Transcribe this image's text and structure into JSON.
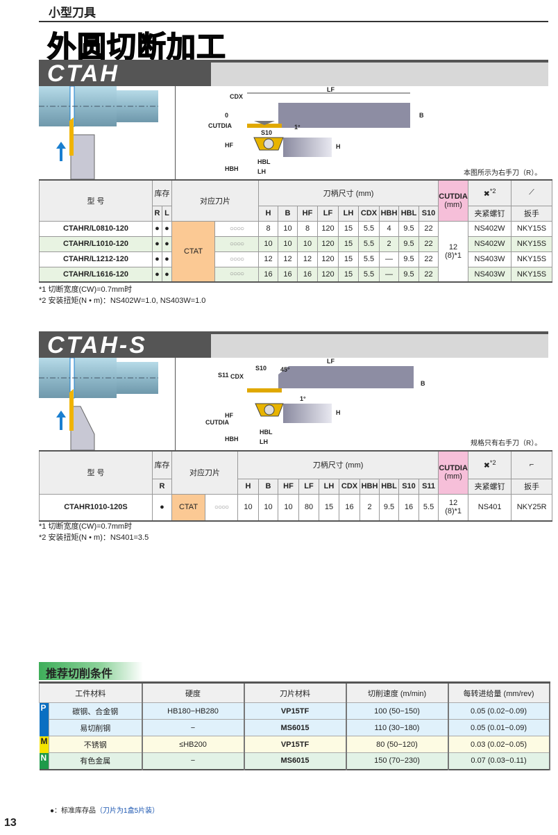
{
  "header": {
    "category": "小型刀具",
    "title": "外圆切断加工"
  },
  "ctah": {
    "name": "CTAH",
    "diagram_labels": {
      "lf": "LF",
      "cdx": "CDX",
      "b": "B",
      "zero": "0",
      "cutdia": "CUTDIA",
      "s10": "S10",
      "angle": "1°",
      "hf": "HF",
      "h": "H",
      "hbh": "HBH",
      "hbl": "HBL",
      "lh": "LH"
    },
    "diagram_note": "本图所示为右手刀（R）。",
    "table": {
      "model": "型 号",
      "stock": "库存",
      "r": "R",
      "l": "L",
      "insert": "对应刀片",
      "dims": "刀柄尺寸 (mm)",
      "cols": [
        "H",
        "B",
        "HF",
        "LF",
        "LH",
        "CDX",
        "HBH",
        "HBL",
        "S10"
      ],
      "cutdia": "CUTDIA",
      "cutdia_unit": "(mm)",
      "screw": "夹紧螺钉",
      "wrench": "扳手",
      "star2": "*2",
      "insert_name": "CTAT",
      "insert_grades": "○○○○",
      "cutdia_value": "12",
      "cutdia_sub": "(8)*1",
      "stock_mark": "●",
      "rows": [
        {
          "model": "CTAHR/L0810-120",
          "vals": [
            "8",
            "10",
            "8",
            "120",
            "15",
            "5.5",
            "4",
            "9.5",
            "22"
          ],
          "screw": "NS402W",
          "wrench": "NKY15S"
        },
        {
          "model": "CTAHR/L1010-120",
          "vals": [
            "10",
            "10",
            "10",
            "120",
            "15",
            "5.5",
            "2",
            "9.5",
            "22"
          ],
          "screw": "NS402W",
          "wrench": "NKY15S"
        },
        {
          "model": "CTAHR/L1212-120",
          "vals": [
            "12",
            "12",
            "12",
            "120",
            "15",
            "5.5",
            "—",
            "9.5",
            "22"
          ],
          "screw": "NS403W",
          "wrench": "NKY15S"
        },
        {
          "model": "CTAHR/L1616-120",
          "vals": [
            "16",
            "16",
            "16",
            "120",
            "15",
            "5.5",
            "—",
            "9.5",
            "22"
          ],
          "screw": "NS403W",
          "wrench": "NKY15S"
        }
      ]
    },
    "notes": [
      "*1   切断宽度(CW)=0.7mm时",
      "*2   安装扭矩(N • m)：NS402W=1.0, NS403W=1.0"
    ]
  },
  "ctahs": {
    "name": "CTAH-S",
    "diagram_labels": {
      "s10": "S10",
      "angle45": "45°",
      "lf": "LF",
      "s11": "S11",
      "cdx": "CDX",
      "b": "B",
      "angle": "1°",
      "hf": "HF",
      "h": "H",
      "cutdia": "CUTDIA",
      "hbh": "HBH",
      "hbl": "HBL",
      "lh": "LH"
    },
    "diagram_note": "规格只有右手刀（R）。",
    "table": {
      "model": "型 号",
      "stock": "库存",
      "r": "R",
      "insert": "对应刀片",
      "dims": "刀柄尺寸 (mm)",
      "cols": [
        "H",
        "B",
        "HF",
        "LF",
        "LH",
        "CDX",
        "HBH",
        "HBL",
        "S10",
        "S11"
      ],
      "cutdia": "CUTDIA",
      "cutdia_unit": "(mm)",
      "screw": "夹紧螺钉",
      "wrench": "扳手",
      "star2": "*2",
      "row": {
        "model": "CTAHR1010-120S",
        "stock": "●",
        "insert": "CTAT",
        "grades": "○○○○",
        "vals": [
          "10",
          "10",
          "10",
          "80",
          "15",
          "16",
          "2",
          "9.5",
          "16",
          "5.5"
        ],
        "cutdia": "12",
        "cutdia_sub": "(8)*1",
        "screw": "NS401",
        "wrench": "NKY25R"
      }
    },
    "notes": [
      "*1   切断宽度(CW)=0.7mm时",
      "*2   安装扭矩(N • m)：NS401=3.5"
    ]
  },
  "conditions": {
    "title": "推荐切削条件",
    "headers": [
      "工件材料",
      "硬度",
      "刀片材料",
      "切削速度 (m/min)",
      "每转进给量 (mm/rev)"
    ],
    "groups": {
      "p": "P",
      "m": "M",
      "n": "N"
    },
    "colors": {
      "p": "#0a6fc2",
      "m": "#f5e400",
      "n": "#1e9a4a"
    },
    "rows": [
      [
        "碳钢、合金钢",
        "HB180−HB280",
        "VP15TF",
        "100 (50−150)",
        "0.05 (0.02−0.09)"
      ],
      [
        "易切削钢",
        "−",
        "MS6015",
        "110 (30−180)",
        "0.05 (0.01−0.09)"
      ],
      [
        "不锈钢",
        "≤HB200",
        "VP15TF",
        "80 (50−120)",
        "0.03 (0.02−0.05)"
      ],
      [
        "有色金属",
        "−",
        "MS6015",
        "150 (70−230)",
        "0.07 (0.03−0.11)"
      ]
    ]
  },
  "footer": {
    "legend_mark": "●",
    "legend_text": "：标准库存品",
    "legend_paren": "（刀片为1盒5片装）",
    "page": "13"
  }
}
